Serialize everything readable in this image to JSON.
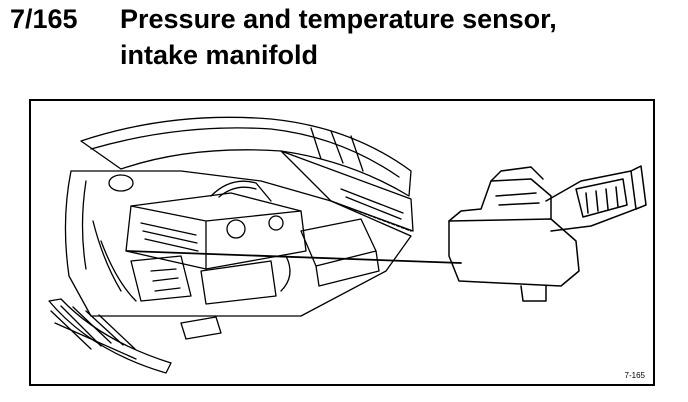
{
  "header": {
    "number": "7/165",
    "title_line1": "Pressure and temperature sensor,",
    "title_line2": "intake manifold"
  },
  "figure": {
    "code": "7-165",
    "illustration": "engine-bay-with-map-sensor-callout"
  }
}
